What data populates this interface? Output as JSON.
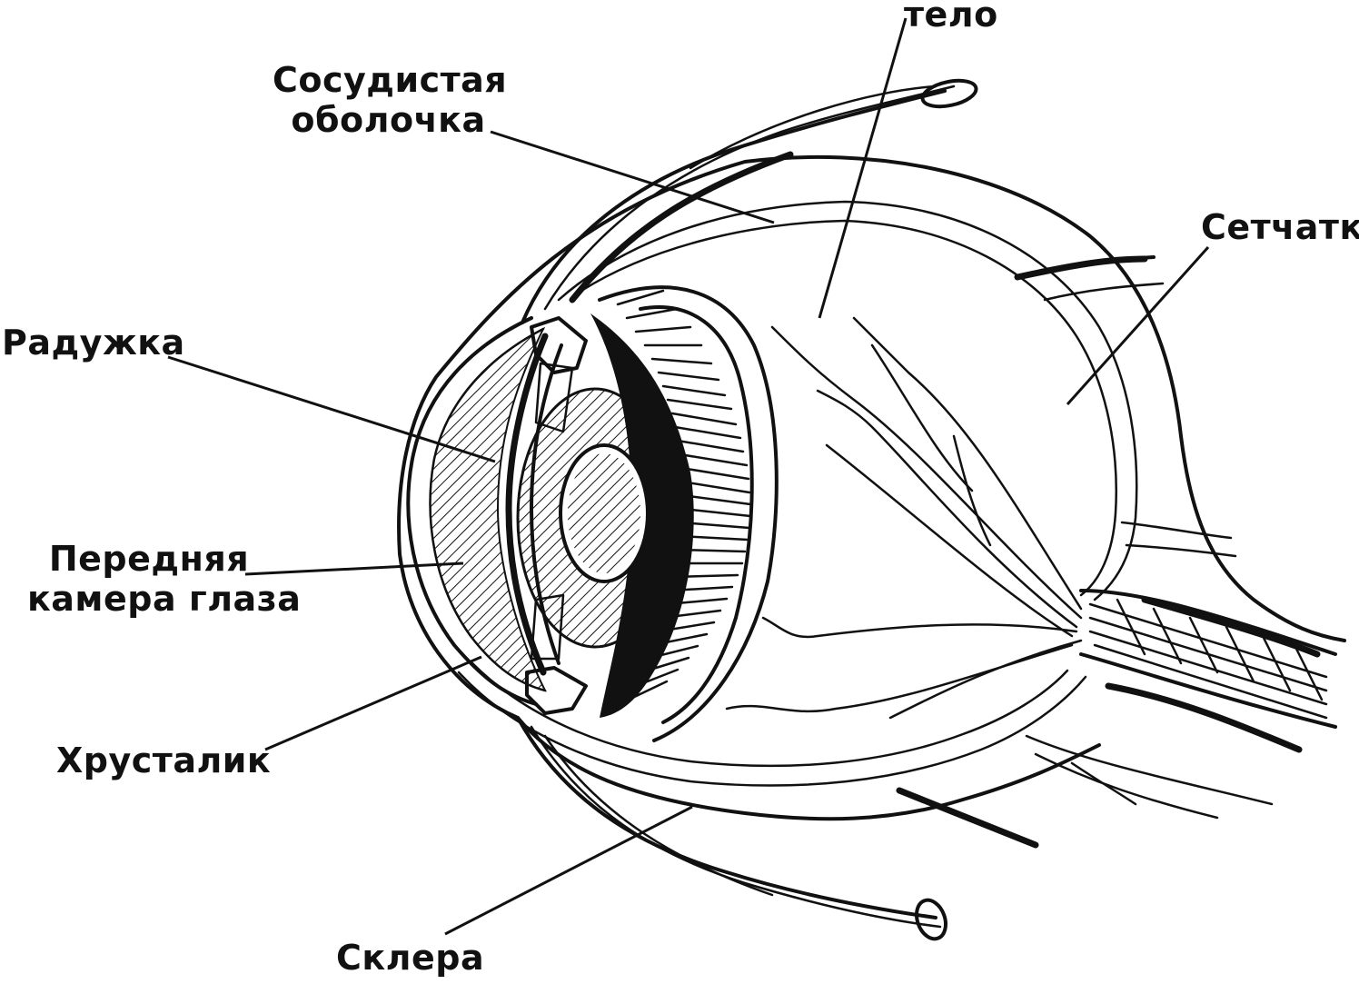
{
  "labels": {
    "vitreous_body": "тело",
    "choroid_line1": "Сосудистая",
    "choroid_line2": "оболочка",
    "retina": "Сетчатка",
    "iris": "Радужка",
    "anterior_chamber_line1": "Передняя",
    "anterior_chamber_line2": "камера глаза",
    "lens": "Хрусталик",
    "sclera": "Склера"
  },
  "colors": {
    "ink": "#111111",
    "background": "#ffffff"
  }
}
